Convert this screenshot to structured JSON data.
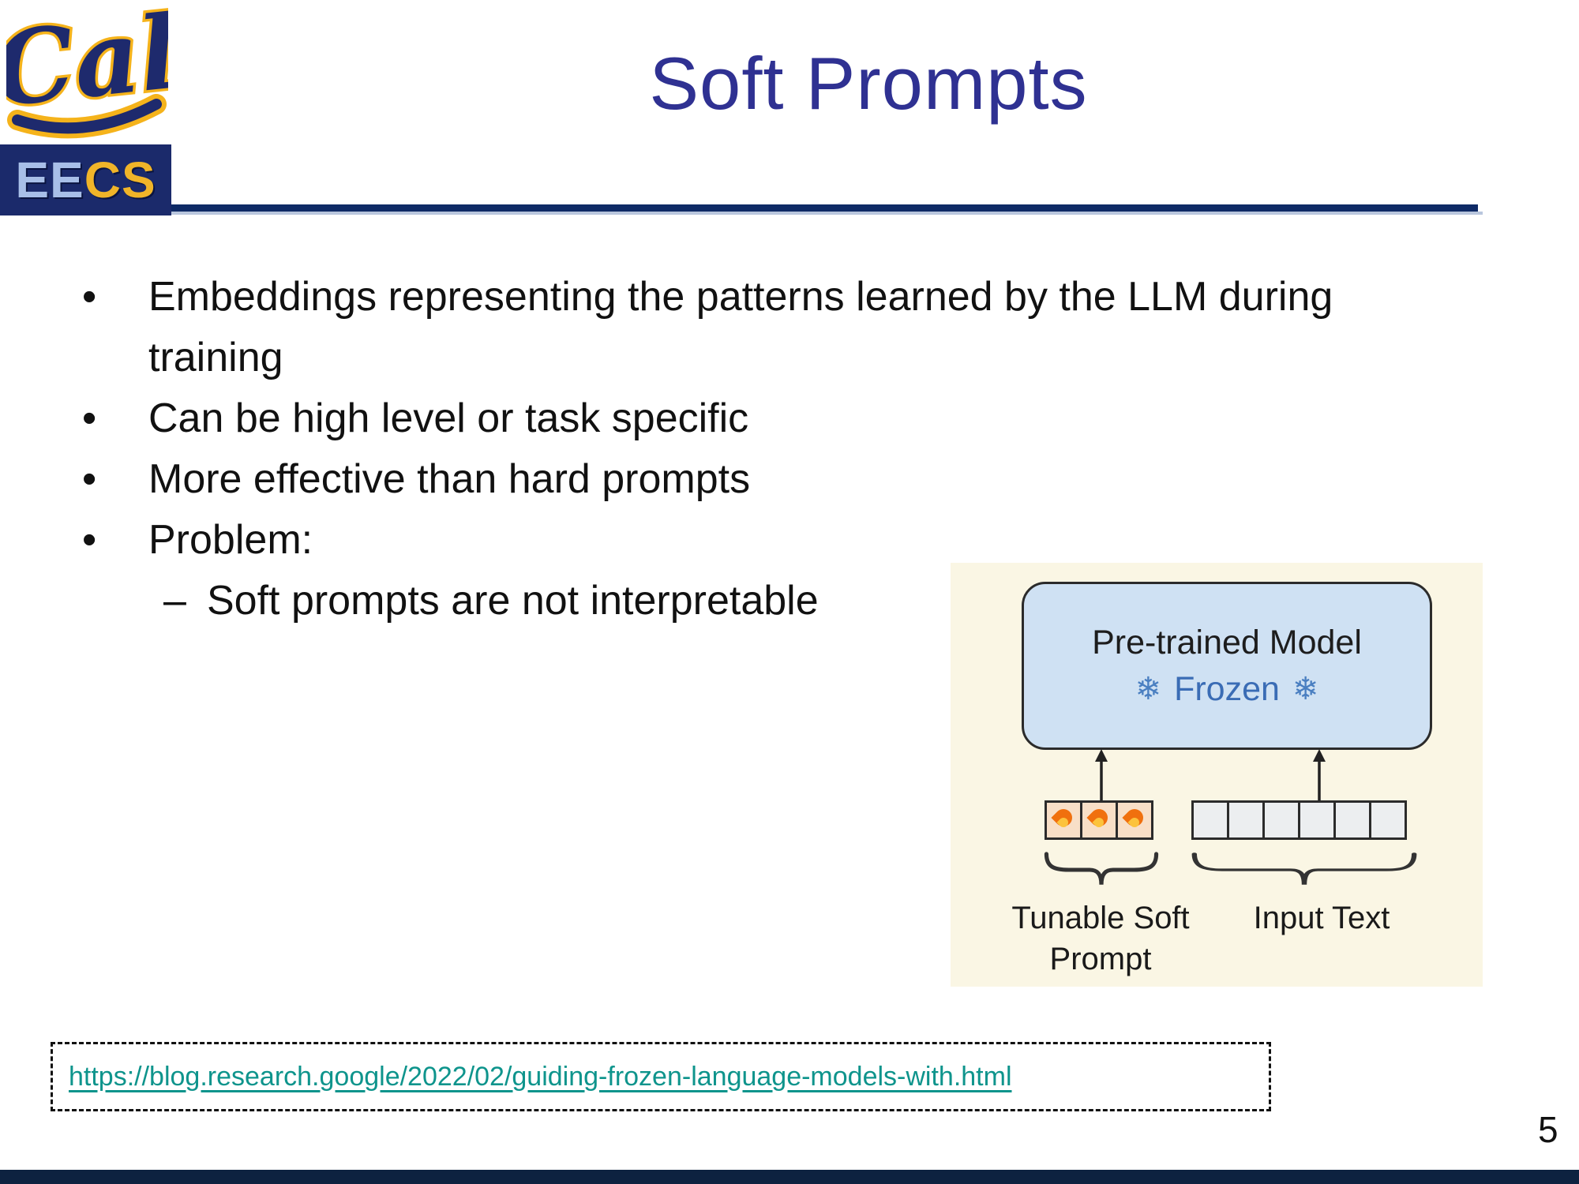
{
  "logo": {
    "cal_text": "Cal",
    "eecs_ee": "EE",
    "eecs_cs": "CS"
  },
  "header": {
    "title": "Soft Prompts"
  },
  "bullets": {
    "marker": "•",
    "sub_marker": "–",
    "items": [
      {
        "level": 1,
        "text": "Embeddings representing the patterns learned by the LLM during\ntraining"
      },
      {
        "level": 1,
        "text": "Can be high level or task specific"
      },
      {
        "level": 1,
        "text": "More effective than hard prompts"
      },
      {
        "level": 1,
        "text": "Problem:"
      },
      {
        "level": 2,
        "text": "Soft prompts are not interpretable"
      }
    ]
  },
  "figure": {
    "model_label": "Pre-trained Model",
    "frozen_label": "Frozen",
    "snowflake_icon": "❄",
    "flame_icon": "🔥",
    "soft_prompt_cell_count": 3,
    "input_cell_count": 6,
    "caption_soft_line1": "Tunable Soft",
    "caption_soft_line2": "Prompt",
    "caption_input": "Input Text"
  },
  "footer": {
    "reference_link": "https://blog.research.google/2022/02/guiding-frozen-language-models-with.html",
    "page_number": "5"
  },
  "colors": {
    "title": "#2f3192",
    "rule_navy": "#0e2a66",
    "rule_light": "#b9c6dd",
    "banner_navy": "#1b2a6b",
    "banner_ee": "#a8bfe8",
    "banner_cs": "#f0b429",
    "bottom_bar": "#0d2240",
    "link_teal": "#0e948c",
    "figure_background": "#faf6e4",
    "model_box_fill": "#cfe1f3",
    "model_box_border": "#2b2b2b",
    "frozen_text": "#3a6cb5",
    "snowflake": "#4a7fc1",
    "prompt_cell": "#f8dfc7",
    "input_cell": "#eceef0"
  }
}
